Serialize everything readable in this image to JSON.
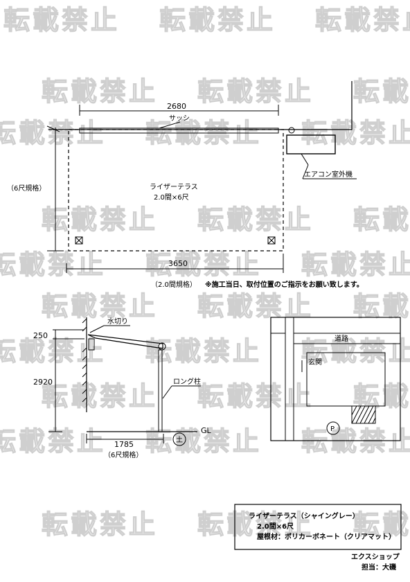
{
  "watermark": {
    "text": "転載禁止",
    "count": 21
  },
  "plan_view": {
    "dim_top": "2680",
    "sash_label": "サッシ",
    "aircon_label": "エアコン室外機",
    "side_spec": "（6尺規格）",
    "product_name": "ライザーテラス",
    "product_size": "2.0間×6尺",
    "dim_bottom": "3650",
    "bottom_spec": "（2.0間規格）",
    "note": "※施工当日、取付位置のご指示をお願い致します。"
  },
  "side_view": {
    "dim_250": "250",
    "dim_2920": "2920",
    "mizukiri_label": "水切り",
    "long_pillar_label": "ロング柱",
    "gl_label": "GL",
    "dim_1785": "1785",
    "spec": "（6尺規格）",
    "soil_symbol": "土"
  },
  "site_map": {
    "road_label": "道路",
    "entrance_label": "玄関",
    "parking_symbol": "P"
  },
  "spec_box": {
    "line1": "ライザーテラス（シャイングレー）",
    "line2": "2.0間×6尺",
    "line3": "屋根材：ポリカーボネート（クリアマット）"
  },
  "footer": {
    "shop": "エクスショップ",
    "staff": "担当：大磯"
  }
}
